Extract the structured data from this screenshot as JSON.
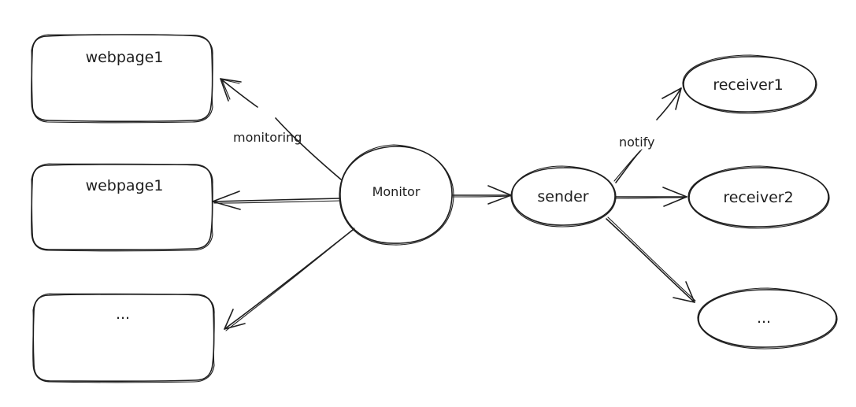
{
  "diagram": {
    "webpages": [
      {
        "label": "webpage1"
      },
      {
        "label": "webpage1"
      },
      {
        "label": "..."
      }
    ],
    "monitor": {
      "label": "Monitor"
    },
    "sender": {
      "label": "sender"
    },
    "receivers": [
      {
        "label": "receiver1"
      },
      {
        "label": "receiver2"
      },
      {
        "label": "..."
      }
    ],
    "edge_labels": {
      "monitoring": "monitoring",
      "notify": "notify"
    }
  }
}
